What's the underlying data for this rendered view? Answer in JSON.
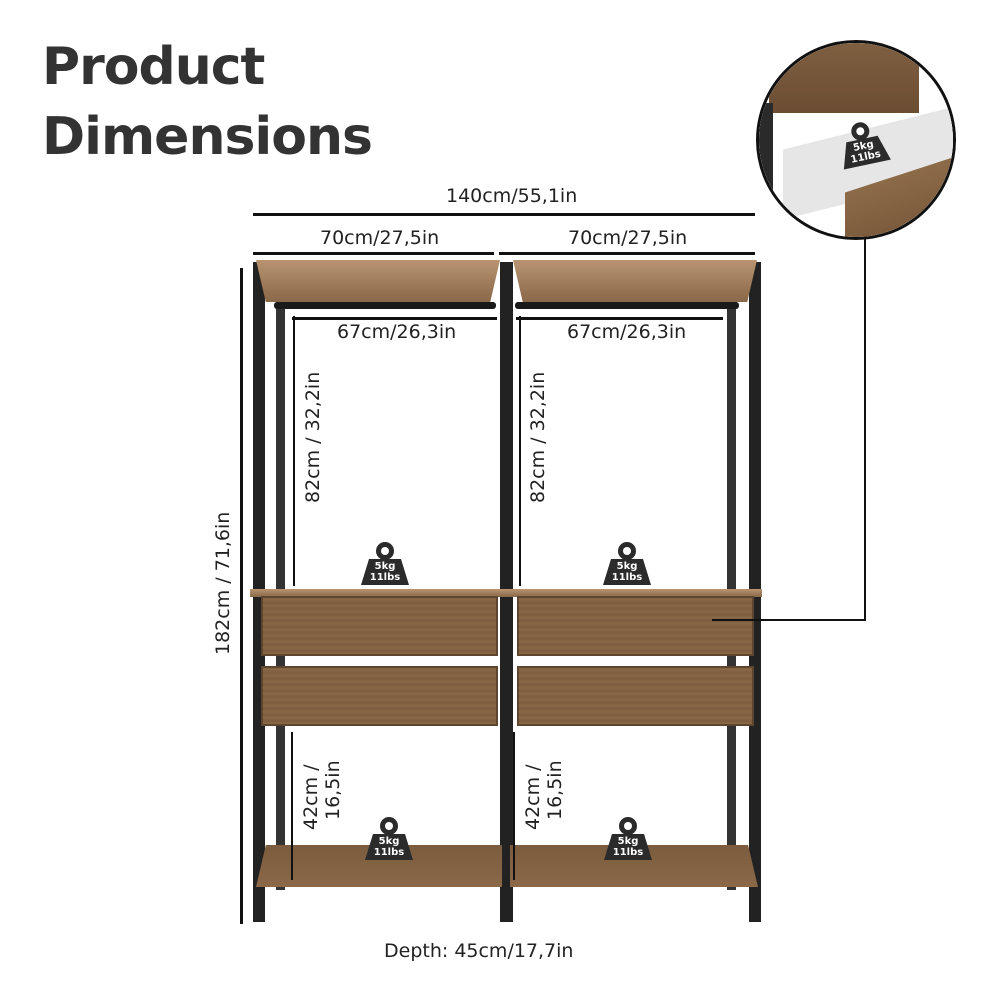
{
  "title": {
    "line1": "Product",
    "line2": "Dimensions"
  },
  "dimensions": {
    "total_width": "140cm/55,1in",
    "section_width_left": "70cm/27,5in",
    "section_width_right": "70cm/27,5in",
    "rail_width_left": "67cm/26,3in",
    "rail_width_right": "67cm/26,3in",
    "hanging_height_left": "82cm  / 32,2in",
    "hanging_height_right": "82cm  / 32,2in",
    "total_height": "182cm / 71,6in",
    "bottom_height_left_line1": "42cm /",
    "bottom_height_left_line2": "16,5in",
    "bottom_height_right_line1": "42cm /",
    "bottom_height_right_line2": "16,5in",
    "depth": "Depth: 45cm/17,7in"
  },
  "weight_badges": {
    "kg": "5kg",
    "lbs": "11lbs"
  },
  "colors": {
    "frame": "#222222",
    "wood": "#8a6646",
    "text": "#333333"
  }
}
